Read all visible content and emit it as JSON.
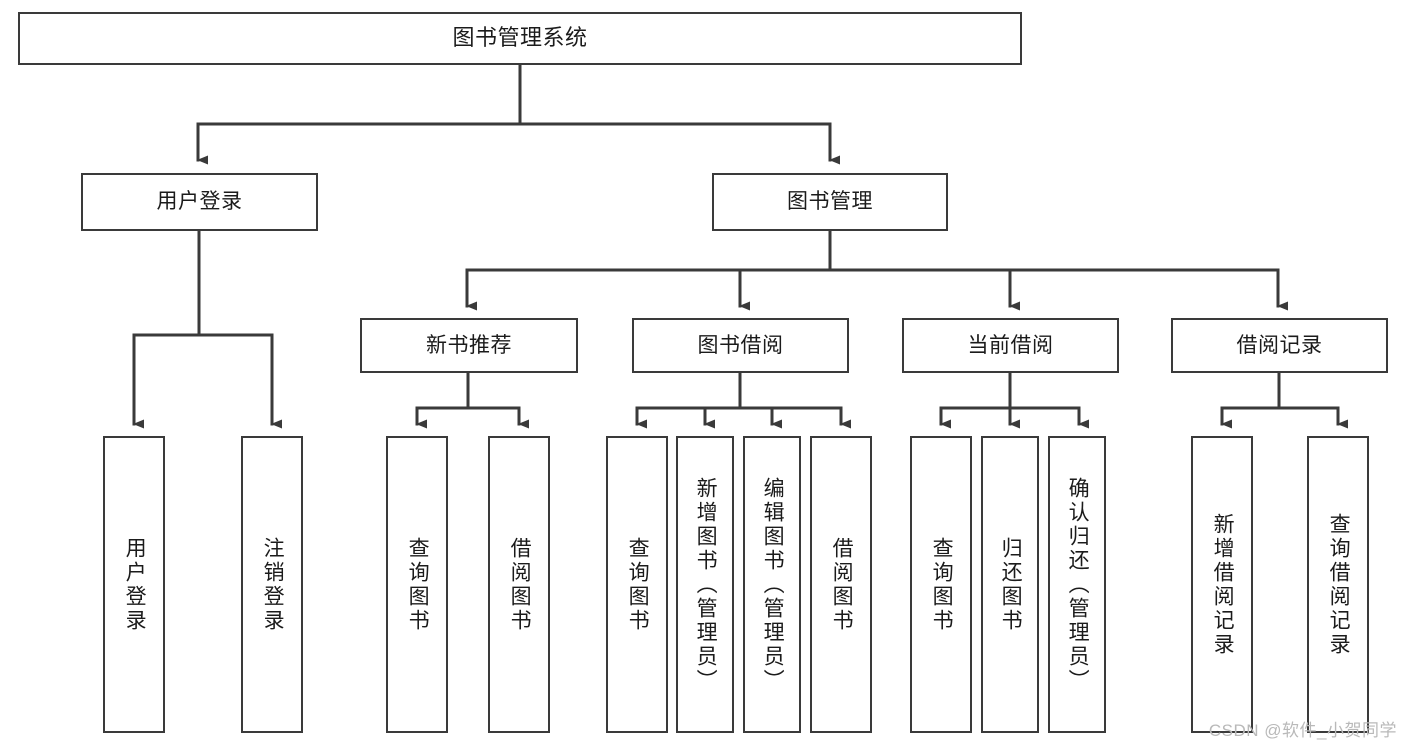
{
  "diagram": {
    "type": "tree-hierarchy",
    "title": "图书管理系统",
    "watermark": "CSDN @软件_小贺同学",
    "colors": {
      "box_border": "#3a3a3a",
      "box_fill": "#ffffff",
      "connector": "#3a3a3a",
      "text": "#1b1b1b",
      "watermark": "#b9b9b9",
      "background": "#ffffff"
    },
    "nodes": {
      "root": {
        "label": "图书管理系统"
      },
      "level2": [
        {
          "id": "user-login",
          "label": "用户登录"
        },
        {
          "id": "book-management",
          "label": "图书管理"
        }
      ],
      "level3": [
        {
          "id": "new-book-recommend",
          "label": "新书推荐"
        },
        {
          "id": "book-borrow",
          "label": "图书借阅"
        },
        {
          "id": "current-borrow",
          "label": "当前借阅"
        },
        {
          "id": "borrow-record",
          "label": "借阅记录"
        }
      ],
      "leaves": {
        "user_login": [
          {
            "id": "leaf-user-login",
            "label": "用户登录"
          },
          {
            "id": "leaf-logout-login",
            "label": "注销登录"
          }
        ],
        "new_book_recommend": [
          {
            "id": "leaf-query-book-1",
            "label": "查询图书"
          },
          {
            "id": "leaf-borrow-book-1",
            "label": "借阅图书"
          }
        ],
        "book_borrow": [
          {
            "id": "leaf-query-book-2",
            "label": "查询图书"
          },
          {
            "id": "leaf-add-book",
            "label": "新增图书（管理员）"
          },
          {
            "id": "leaf-edit-book",
            "label": "编辑图书（管理员）"
          },
          {
            "id": "leaf-borrow-book-2",
            "label": "借阅图书"
          }
        ],
        "current_borrow": [
          {
            "id": "leaf-query-book-3",
            "label": "查询图书"
          },
          {
            "id": "leaf-return-book",
            "label": "归还图书"
          },
          {
            "id": "leaf-confirm-return",
            "label": "确认归还（管理员）"
          }
        ],
        "borrow_record": [
          {
            "id": "leaf-add-record",
            "label": "新增借阅记录"
          },
          {
            "id": "leaf-query-record",
            "label": "查询借阅记录"
          }
        ]
      }
    }
  }
}
